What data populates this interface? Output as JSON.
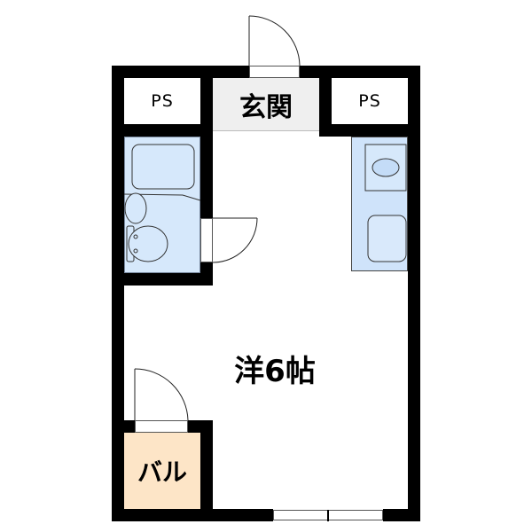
{
  "plan": {
    "rooms": {
      "ps_left": {
        "label": "PS"
      },
      "entrance": {
        "label": "玄関"
      },
      "ps_right": {
        "label": "PS"
      },
      "western_room": {
        "label": "洋6帖"
      },
      "balcony": {
        "label": "バル"
      }
    },
    "colors": {
      "wall": "#000000",
      "entrance_floor": "#efefef",
      "wet_area": "#d6e8fb",
      "fixture": "#c4dcf7",
      "balcony": "#fde5c7",
      "room": "#ffffff"
    }
  }
}
